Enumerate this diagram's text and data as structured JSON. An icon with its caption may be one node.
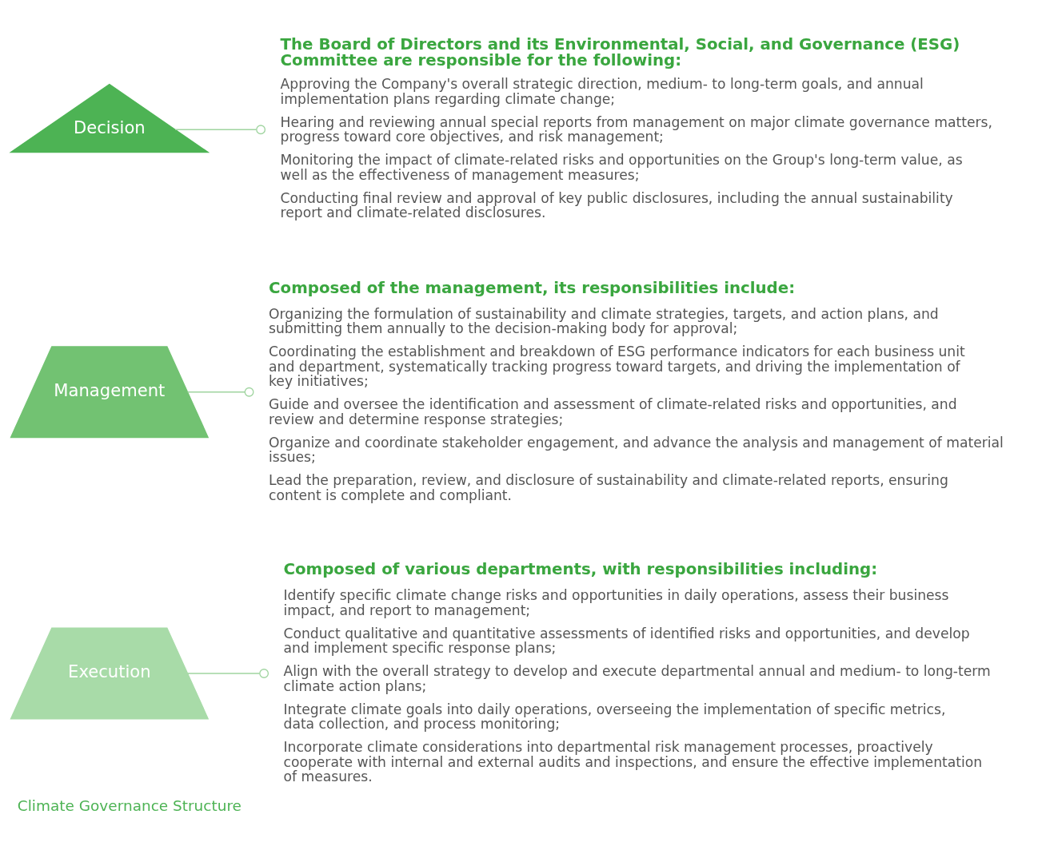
{
  "diagram": {
    "caption": "Climate Governance Structure",
    "nodes": [
      {
        "text": [
          "Decision"
        ]
      },
      {
        "text": [
          "Management"
        ]
      },
      {
        "text": [
          "Execution"
        ]
      },
      {
        "text": [
          "The Board of Directors and its Environmental, Social, and Governance (ESG) Committee are responsible for the following:",
          "Approving the Company's overall strategic direction, medium- to long-term goals, and annual implementation plans regarding climate change;",
          "Hearing and reviewing annual special reports from management on major climate governance matters, progress toward core objectives, and risk management;",
          "Monitoring the impact of climate-related risks and opportunities on the Group's long-term value, as well as the effectiveness of management measures;",
          "Conducting final review and approval of key public disclosures, including the annual sustainability report and climate-related disclosures."
        ]
      },
      {
        "text": [
          "Composed of the management, its responsibilities include:",
          "Organizing the formulation of sustainability and climate strategies, targets, and action plans, and submitting them annually to the decision-making body for approval;",
          "Coordinating the establishment and breakdown of ESG performance indicators for each business unit and department, systematically tracking progress toward targets, and driving the implementation of key initiatives;",
          "Guide and oversee the identification and assessment of climate-related risks and opportunities, and review and determine response strategies;",
          "Organize and coordinate stakeholder engagement, and advance the analysis and management of material issues;",
          "Lead the preparation, review, and disclosure of sustainability and climate-related reports, ensuring content is complete and compliant."
        ]
      },
      {
        "text": [
          "Composed of various departments, with responsibilities including:",
          "Identify specific climate change risks and opportunities in daily operations, assess their business impact, and report to management;",
          "Conduct qualitative and quantitative assessments of identified risks and opportunities, and develop and implement specific response plans;",
          "Align with the overall strategy to develop and execute departmental annual and medium- to long-term climate action plans;",
          "Integrate climate goals into daily operations, overseeing the implementation of specific metrics, data collection, and process monitoring;",
          "Incorporate climate considerations into departmental risk management processes, proactively cooperate with internal and external audits and inspections, and ensure the effective implementation of measures."
        ]
      }
    ],
    "edges": [
      {
        "from": 0,
        "to": 3,
        "arrow": "other"
      },
      {
        "from": 1,
        "to": 4,
        "arrow": "other"
      },
      {
        "from": 2,
        "to": 5,
        "arrow": "other"
      }
    ]
  }
}
